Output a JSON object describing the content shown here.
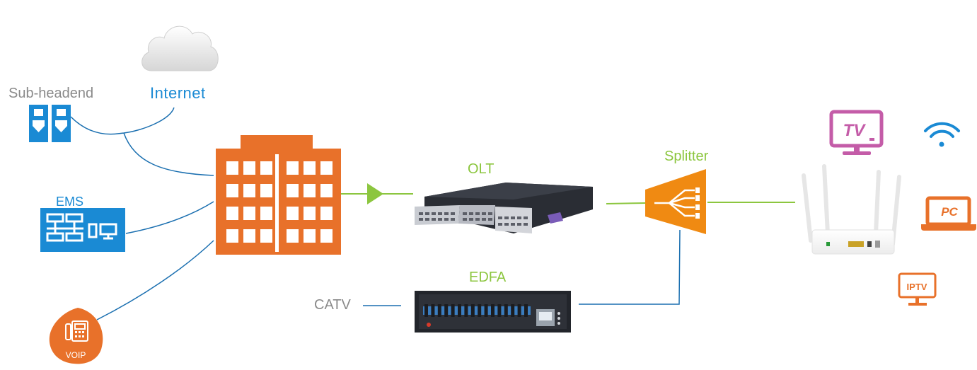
{
  "labels": {
    "sub_headend": "Sub-headend",
    "internet": "Internet",
    "ems": "EMS",
    "olt": "OLT",
    "splitter": "Splitter",
    "edfa": "EDFA",
    "catv": "CATV",
    "voip": "VOIP",
    "tv": "TV",
    "pc": "PC",
    "iptv": "IPTV"
  },
  "colors": {
    "gray_text": "#8a8a8a",
    "green": "#8cc63f",
    "blue": "#1a8ad4",
    "orange": "#e8712a",
    "splitter_orange": "#f08a12",
    "tv_purple": "#c45ca8",
    "device_dark": "#2a2d34"
  },
  "icons": [
    "cloud-icon",
    "sub-headend-icon",
    "ems-icon",
    "voip-phone-icon",
    "building-icon",
    "olt-device-icon",
    "splitter-icon",
    "edfa-device-icon",
    "router-icon",
    "tv-icon",
    "wifi-icon",
    "pc-icon",
    "iptv-icon"
  ]
}
